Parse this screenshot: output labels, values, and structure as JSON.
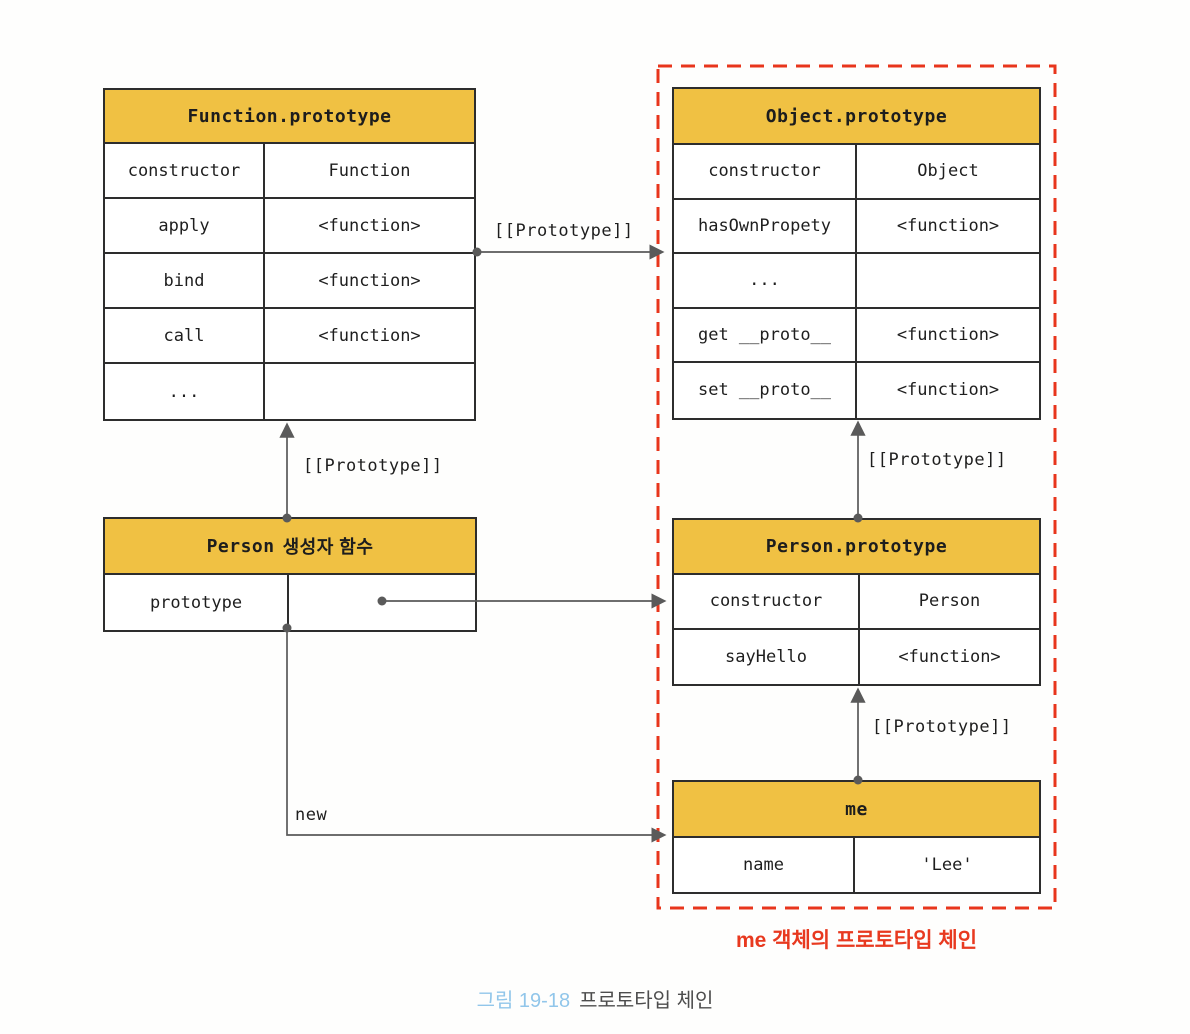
{
  "labels": {
    "prototype": "[[Prototype]]",
    "new": "new",
    "chain": "me 객체의 프로토타입 체인"
  },
  "caption": {
    "figure": "그림 19-18",
    "title": "프로토타입 체인"
  },
  "tables": {
    "function_prototype": {
      "title": "Function.prototype",
      "rows": [
        {
          "key": "constructor",
          "value": "Function"
        },
        {
          "key": "apply",
          "value": "<function>"
        },
        {
          "key": "bind",
          "value": "<function>"
        },
        {
          "key": "call",
          "value": "<function>"
        },
        {
          "key": "...",
          "value": ""
        }
      ]
    },
    "object_prototype": {
      "title": "Object.prototype",
      "rows": [
        {
          "key": "constructor",
          "value": "Object"
        },
        {
          "key": "hasOwnPropety",
          "value": "<function>"
        },
        {
          "key": "...",
          "value": ""
        },
        {
          "key": "get __proto__",
          "value": "<function>"
        },
        {
          "key": "set __proto__",
          "value": "<function>"
        }
      ]
    },
    "person_constructor": {
      "title_code": "Person",
      "title_ko": "생성자 함수",
      "rows": [
        {
          "key": "prototype",
          "value": ""
        }
      ]
    },
    "person_prototype": {
      "title": "Person.prototype",
      "rows": [
        {
          "key": "constructor",
          "value": "Person"
        },
        {
          "key": "sayHello",
          "value": "<function>"
        }
      ]
    },
    "me": {
      "title": "me",
      "rows": [
        {
          "key": "name",
          "value": "'Lee'"
        }
      ]
    }
  },
  "colors": {
    "header_yellow": "#f0c143",
    "table_border": "#2d2d2d",
    "arrow_gray": "#5a5a5a",
    "red_accent": "#e8391f",
    "caption_blue": "#91c6ea",
    "caption_gray": "#4d4d4d"
  }
}
